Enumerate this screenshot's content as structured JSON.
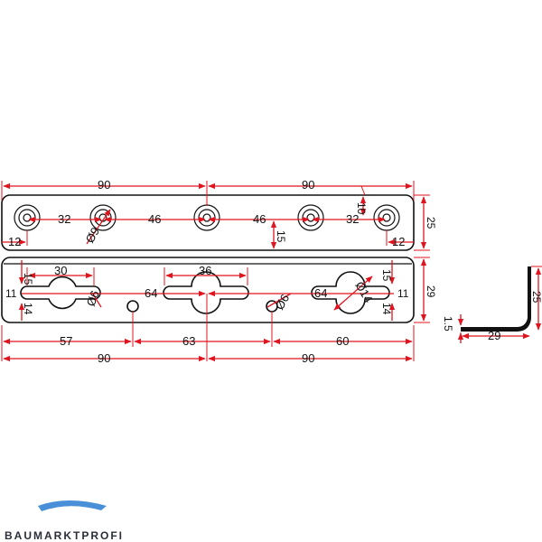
{
  "colors": {
    "dimension": "#e0141e",
    "outline": "#111111",
    "logo_blue": "#4a90d9",
    "logo_gray": "#6b7280"
  },
  "top_view": {
    "total_left": "90",
    "total_right": "90",
    "hole_spacing_outer": "32",
    "hole_spacing_inner_left": "46",
    "hole_spacing_inner_right": "46",
    "hole_spacing_outer_right": "32",
    "edge_left": "12",
    "edge_right": "12",
    "hole_dia": "Ø9",
    "height_offset": "10",
    "center_height": "15",
    "height": "25"
  },
  "bottom_view": {
    "slot_width_left": "30",
    "slot_width_mid": "36",
    "pitch_left": "64",
    "pitch_right": "64",
    "hole_small_left": "Ø6",
    "hole_small_right": "Ø6",
    "hole_right_dia": "Ø14",
    "edge_top_left": "15",
    "edge_top_right": "15",
    "edge_side_left": "11",
    "edge_side_right": "11",
    "edge_bot_left": "14",
    "edge_bot_right": "14",
    "height": "29",
    "pos_57": "57",
    "pos_63": "63",
    "pos_60": "60",
    "total_left": "90",
    "total_right": "90"
  },
  "profile_view": {
    "height": "25",
    "width": "29",
    "thickness": "1.5"
  },
  "logo": {
    "text": "BAUMARKTPROFI"
  }
}
